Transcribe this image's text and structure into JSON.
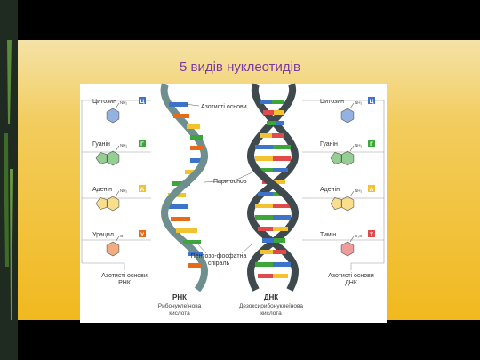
{
  "slide": {
    "title": "5 видів нуклеотидів"
  },
  "rna_side": {
    "bases": [
      {
        "name": "Цитозин",
        "letter": "Ц",
        "color": "#3d73c9",
        "tag": "NH₂"
      },
      {
        "name": "Гуанін",
        "letter": "Г",
        "color": "#3ca63a",
        "tag": "NH₂"
      },
      {
        "name": "Аденін",
        "letter": "А",
        "color": "#f2c230",
        "tag": "NH₂"
      },
      {
        "name": "Урацил",
        "letter": "У",
        "color": "#e66a1a",
        "tag": "O"
      }
    ],
    "caption_line1": "Азотисті основи",
    "caption_line2": "РНК"
  },
  "dna_side": {
    "bases": [
      {
        "name": "Цитозин",
        "letter": "Ц",
        "color": "#3d73c9",
        "tag": "NH₂"
      },
      {
        "name": "Гуанін",
        "letter": "Г",
        "color": "#3ca63a",
        "tag": "NH₂"
      },
      {
        "name": "Аденін",
        "letter": "А",
        "color": "#f2c230",
        "tag": "NH₂"
      },
      {
        "name": "Тимін",
        "letter": "Т",
        "color": "#e04a4a",
        "tag": "H₃C"
      }
    ],
    "caption_line1": "Азотисті основи",
    "caption_line2": "ДНК"
  },
  "labels": {
    "nitrogen_bases": "Азотисті основи",
    "base_pairs": "Пари основ",
    "backbone_line1": "Пентозо-фосфатна",
    "backbone_line2": "спіраль"
  },
  "rna": {
    "name": "РНК",
    "full_line1": "Рибонуклеїнова",
    "full_line2": "кислота"
  },
  "dna": {
    "name": "ДНК",
    "full_line1": "Дезоксирибонуклеїнова",
    "full_line2": "кислота"
  },
  "colors": {
    "title": "#7b3aa1",
    "rna_strand": "#6f8f8f",
    "dna_strand": "#3e4a4e",
    "panel_bg": "#ffffff",
    "gold_top": "#f5e2a8",
    "gold_bottom": "#f1b91f"
  }
}
